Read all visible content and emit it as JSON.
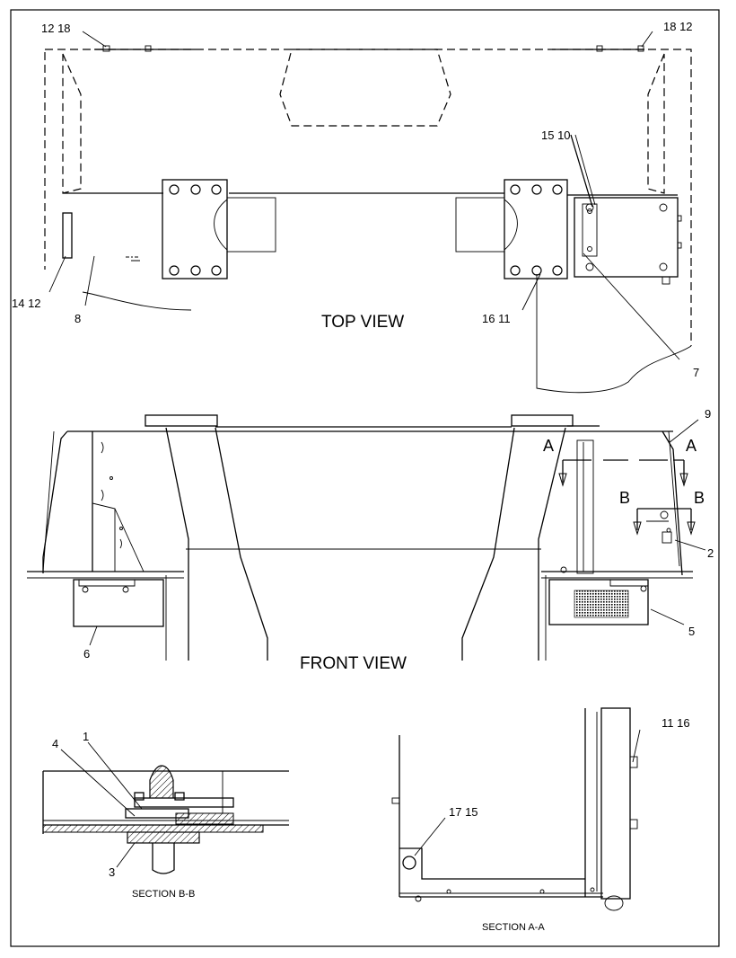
{
  "views": {
    "top": "TOP VIEW",
    "front": "FRONT VIEW",
    "section_bb": "SECTION B-B",
    "section_aa": "SECTION A-A"
  },
  "section_markers": {
    "a": "A",
    "b": "B"
  },
  "callouts": {
    "top_left": "12  18",
    "top_right": "18  12",
    "c15_10": "15  10",
    "c14_12": "14  12",
    "c8": "8",
    "c16_11": "16  11",
    "c7": "7",
    "c9": "9",
    "c2": "2",
    "c5": "5",
    "c6": "6",
    "c4": "4",
    "c1": "1",
    "c3": "3",
    "c11_16": "11  16",
    "c17_15": "17  15"
  }
}
